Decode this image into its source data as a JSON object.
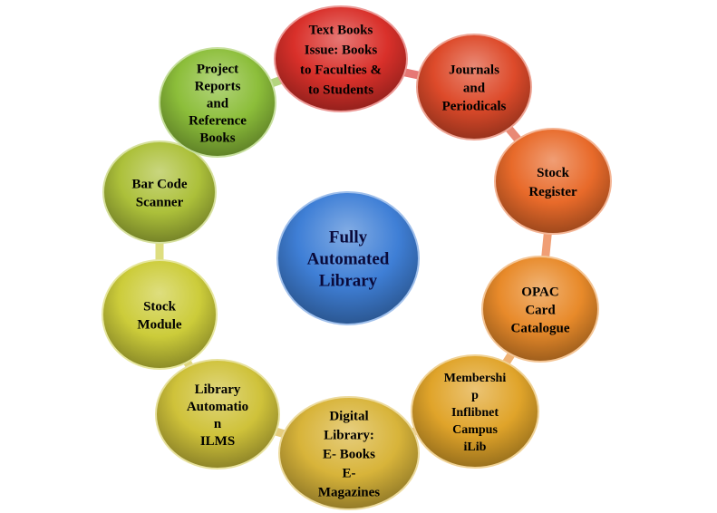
{
  "center": {
    "lines": [
      "Fully",
      "Automated",
      "Library"
    ],
    "color": "#3f7fd6"
  },
  "nodes": [
    {
      "id": "text-books",
      "color": "#d9302a",
      "lines": [
        "Text Books",
        "Issue:  Books",
        "to Faculties &",
        "to Students"
      ]
    },
    {
      "id": "journals",
      "color": "#dd4a2a",
      "lines": [
        "Journals",
        "and",
        "Periodicals"
      ]
    },
    {
      "id": "stock-register",
      "color": "#e86a2a",
      "lines": [
        "Stock",
        "Register"
      ]
    },
    {
      "id": "opac",
      "color": "#e88a2a",
      "lines": [
        "OPAC",
        "Card",
        "Catalogue"
      ]
    },
    {
      "id": "membership",
      "color": "#e0a42a",
      "lines": [
        "Membershi",
        "p",
        "Inflibnet",
        "Campus",
        "iLib"
      ]
    },
    {
      "id": "digital-library",
      "color": "#d8b43a",
      "lines": [
        "Digital",
        "Library:",
        "E- Books",
        "E-",
        "Magazines"
      ]
    },
    {
      "id": "library-automation",
      "color": "#cfc23a",
      "lines": [
        "Library",
        "Automatio",
        "n",
        "ILMS"
      ]
    },
    {
      "id": "stock-module",
      "color": "#cccc3a",
      "lines": [
        "Stock",
        "Module"
      ]
    },
    {
      "id": "bar-code-scanner",
      "color": "#acc03a",
      "lines": [
        "Bar Code",
        "Scanner"
      ]
    },
    {
      "id": "project-reports",
      "color": "#8cbe3a",
      "lines": [
        "Project",
        "Reports",
        "and",
        "Reference",
        "Books"
      ]
    }
  ],
  "ring_color": "#d8c87a"
}
